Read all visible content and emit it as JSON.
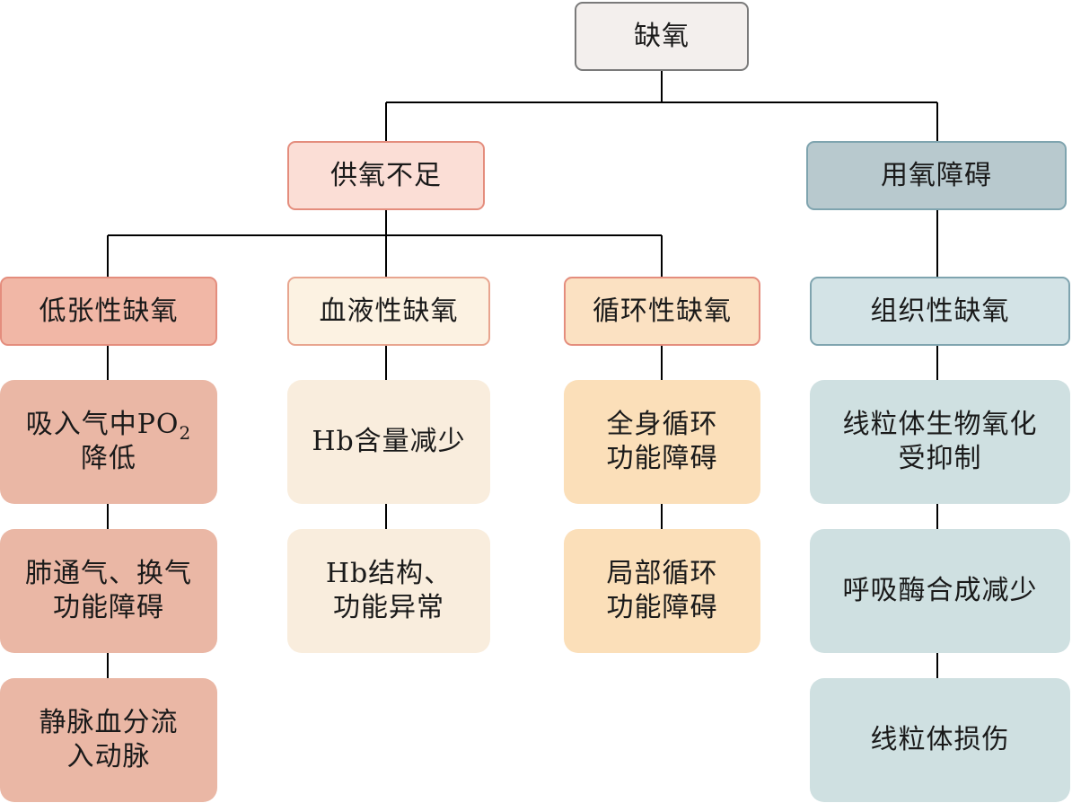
{
  "root": {
    "label": "缺氧"
  },
  "categories": {
    "supply": {
      "label": "供氧不足"
    },
    "utilization": {
      "label": "用氧障碍"
    }
  },
  "types": {
    "hypotonic": {
      "label": "低张性缺氧"
    },
    "hemic": {
      "label": "血液性缺氧"
    },
    "circulatory": {
      "label": "循环性缺氧"
    },
    "histogenous": {
      "label": "组织性缺氧"
    }
  },
  "causes": {
    "hypotonic": [
      {
        "line1_prefix": "吸入气中PO",
        "line1_sub": "2",
        "line2": "降低"
      },
      {
        "line1": "肺通气、换气",
        "line2": "功能障碍"
      },
      {
        "line1": "静脉血分流",
        "line2": "入动脉"
      }
    ],
    "hemic": [
      {
        "line1": "Hb含量减少"
      },
      {
        "line1": "Hb结构、",
        "line2": "功能异常"
      }
    ],
    "circulatory": [
      {
        "line1": "全身循环",
        "line2": "功能障碍"
      },
      {
        "line1": "局部循环",
        "line2": "功能障碍"
      }
    ],
    "histogenous": [
      {
        "line1": "线粒体生物氧化",
        "line2": "受抑制"
      },
      {
        "line1": "呼吸酶合成减少"
      },
      {
        "line1": "线粒体损伤"
      }
    ]
  },
  "colors": {
    "root_fill": "#f3efed",
    "supply_fill": "#fbded6",
    "utilization_fill": "#b8c9ce",
    "hypotonic_fill": "#eab7a5",
    "hemic_fill": "#f9eddd",
    "circulatory_fill": "#fbdfb9",
    "histogenous_fill": "#cfe0e1",
    "connector": "#000000"
  }
}
